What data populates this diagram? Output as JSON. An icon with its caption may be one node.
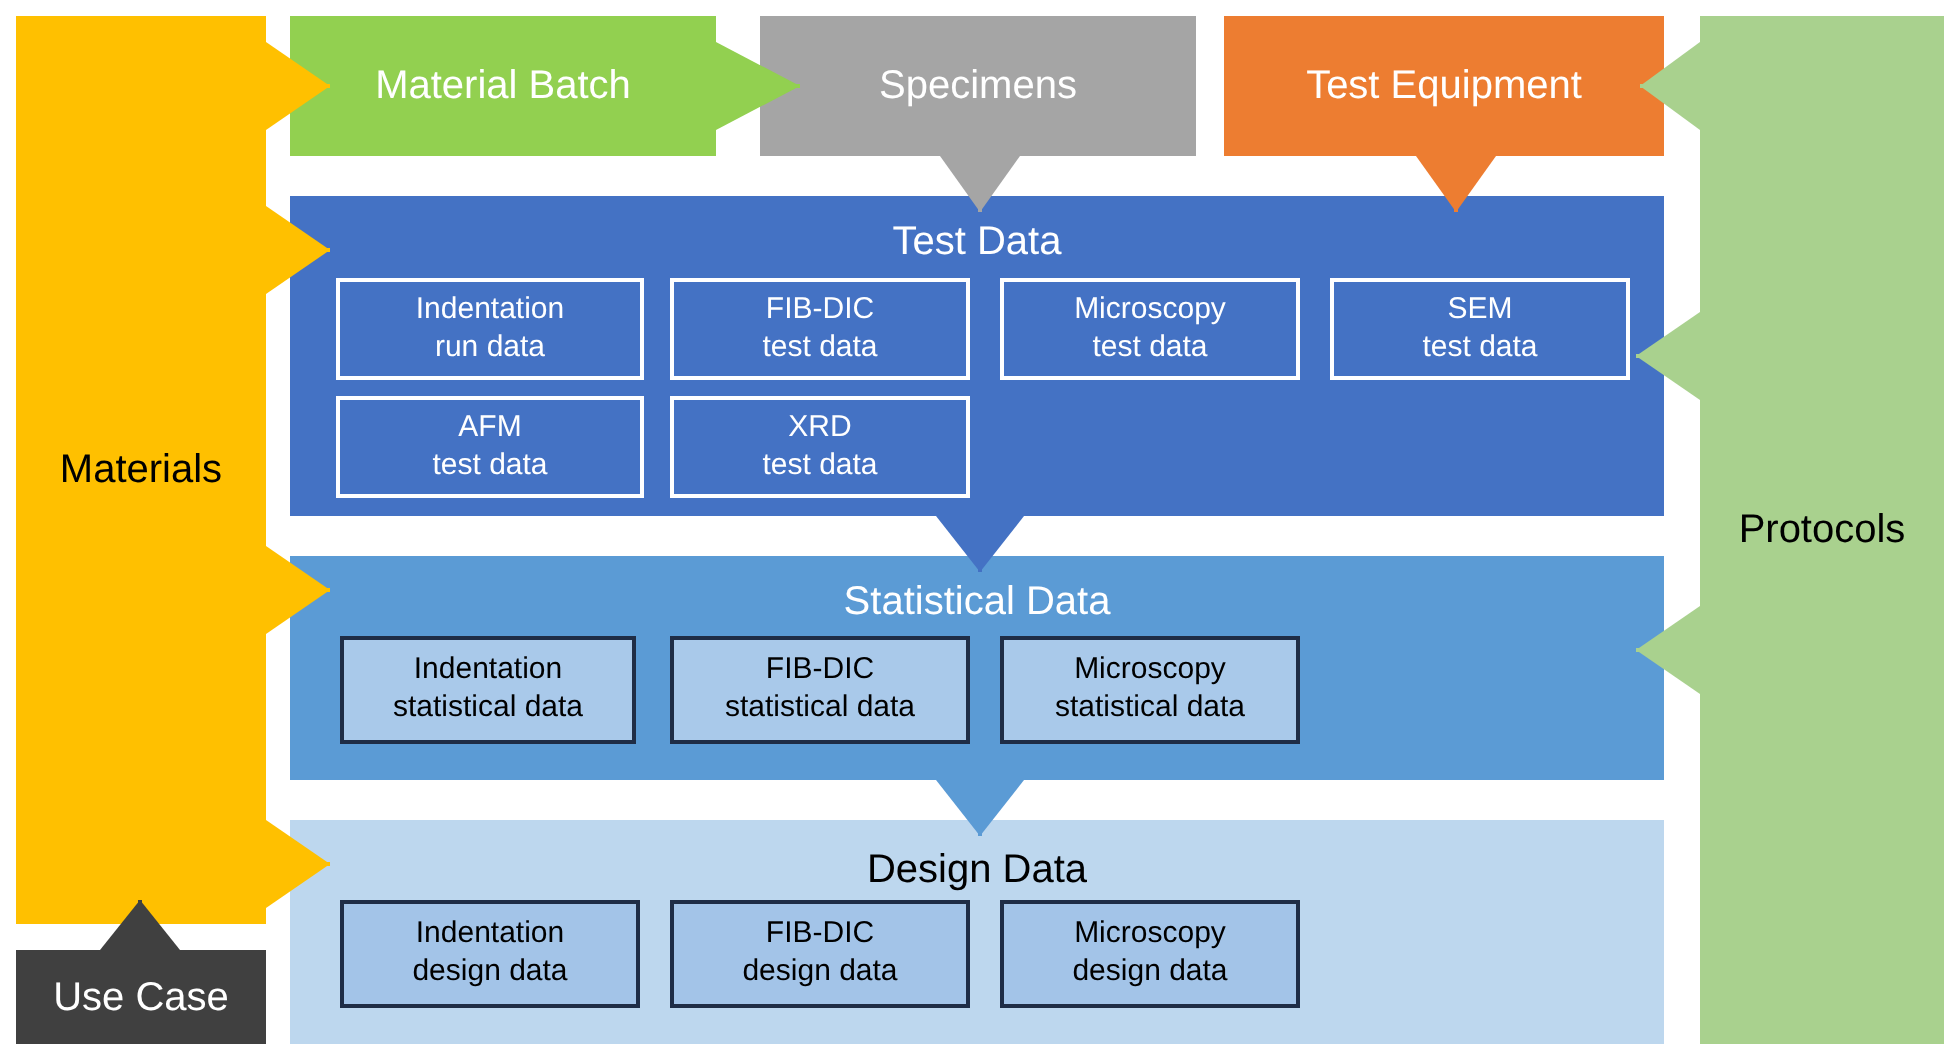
{
  "diagram": {
    "nodes": [
      {
        "text": [
          "Materials"
        ]
      },
      {
        "text": [
          "Material Batch"
        ]
      },
      {
        "text": [
          "Specimens"
        ]
      },
      {
        "text": [
          "Test Equipment"
        ]
      },
      {
        "text": [
          "Protocols"
        ]
      },
      {
        "text": [
          "Test Data"
        ]
      },
      {
        "text": [
          "Indentation run data"
        ],
        "in": 5
      },
      {
        "text": [
          "FIB-DIC test data"
        ],
        "in": 5
      },
      {
        "text": [
          "Microscopy test data"
        ],
        "in": 5
      },
      {
        "text": [
          "SEM test data"
        ],
        "in": 5
      },
      {
        "text": [
          "AFM test data"
        ],
        "in": 5
      },
      {
        "text": [
          "XRD test data"
        ],
        "in": 5
      },
      {
        "text": [
          "Statistical Data"
        ]
      },
      {
        "text": [
          "Indentation statistical data"
        ],
        "in": 12
      },
      {
        "text": [
          "FIB-DIC statistical data"
        ],
        "in": 12
      },
      {
        "text": [
          "Microscopy statistical data"
        ],
        "in": 12
      },
      {
        "text": [
          "Design Data"
        ]
      },
      {
        "text": [
          "Indentation design data"
        ],
        "in": 16
      },
      {
        "text": [
          "FIB-DIC design data"
        ],
        "in": 16
      },
      {
        "text": [
          "Microscopy design data"
        ],
        "in": 16
      },
      {
        "text": [
          "Use Case"
        ]
      }
    ],
    "edges": [
      {
        "from": 0,
        "to": 1,
        "arrow": "to",
        "color": "#ffc000"
      },
      {
        "from": 0,
        "to": 5,
        "arrow": "to",
        "color": "#ffc000"
      },
      {
        "from": 0,
        "to": 12,
        "arrow": "to",
        "color": "#ffc000"
      },
      {
        "from": 0,
        "to": 16,
        "arrow": "to",
        "color": "#ffc000"
      },
      {
        "from": 1,
        "to": 2,
        "arrow": "to",
        "color": "#92d050"
      },
      {
        "from": 2,
        "to": 5,
        "arrow": "to",
        "color": "#a5a5a5"
      },
      {
        "from": 3,
        "to": 5,
        "arrow": "to",
        "color": "#ed7d31"
      },
      {
        "from": 4,
        "to": 3,
        "arrow": "to",
        "color": "#a9d18e"
      },
      {
        "from": 4,
        "to": 5,
        "arrow": "to",
        "color": "#a9d18e"
      },
      {
        "from": 4,
        "to": 12,
        "arrow": "to",
        "color": "#a9d18e"
      },
      {
        "from": 5,
        "to": 12,
        "arrow": "to",
        "color": "#4472c4"
      },
      {
        "from": 12,
        "to": 16,
        "arrow": "to",
        "color": "#5b9bd5"
      },
      {
        "from": 20,
        "to": 0,
        "arrow": "to",
        "color": "#404040"
      }
    ]
  }
}
